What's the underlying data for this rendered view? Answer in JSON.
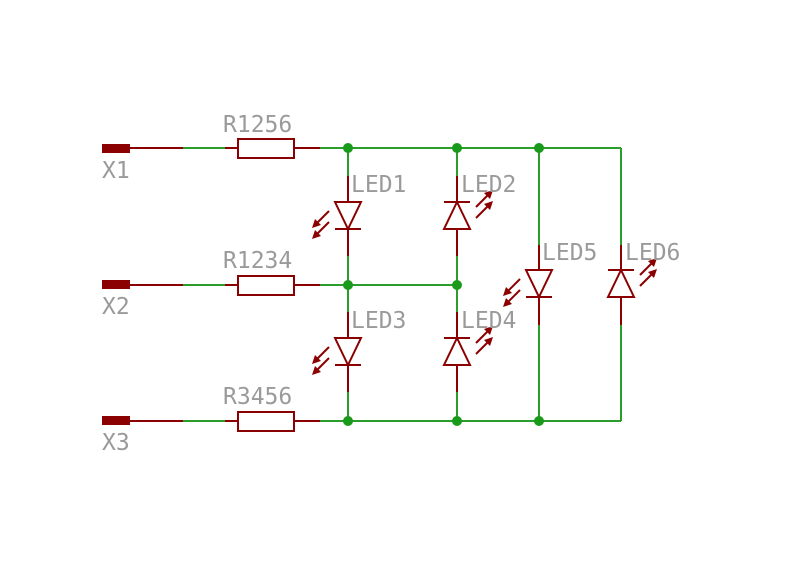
{
  "connectors": [
    {
      "id": "x1",
      "label": "X1"
    },
    {
      "id": "x2",
      "label": "X2"
    },
    {
      "id": "x3",
      "label": "X3"
    }
  ],
  "resistors": [
    {
      "id": "r1256",
      "label": "R1256"
    },
    {
      "id": "r1234",
      "label": "R1234"
    },
    {
      "id": "r3456",
      "label": "R3456"
    }
  ],
  "leds": [
    {
      "id": "led1",
      "label": "LED1"
    },
    {
      "id": "led2",
      "label": "LED2"
    },
    {
      "id": "led3",
      "label": "LED3"
    },
    {
      "id": "led4",
      "label": "LED4"
    },
    {
      "id": "led5",
      "label": "LED5"
    },
    {
      "id": "led6",
      "label": "LED6"
    }
  ],
  "colors": {
    "wire": "#2a9d2a",
    "component": "#8b0000",
    "junction": "#1a9a1a",
    "label": "#9a9a9a"
  }
}
